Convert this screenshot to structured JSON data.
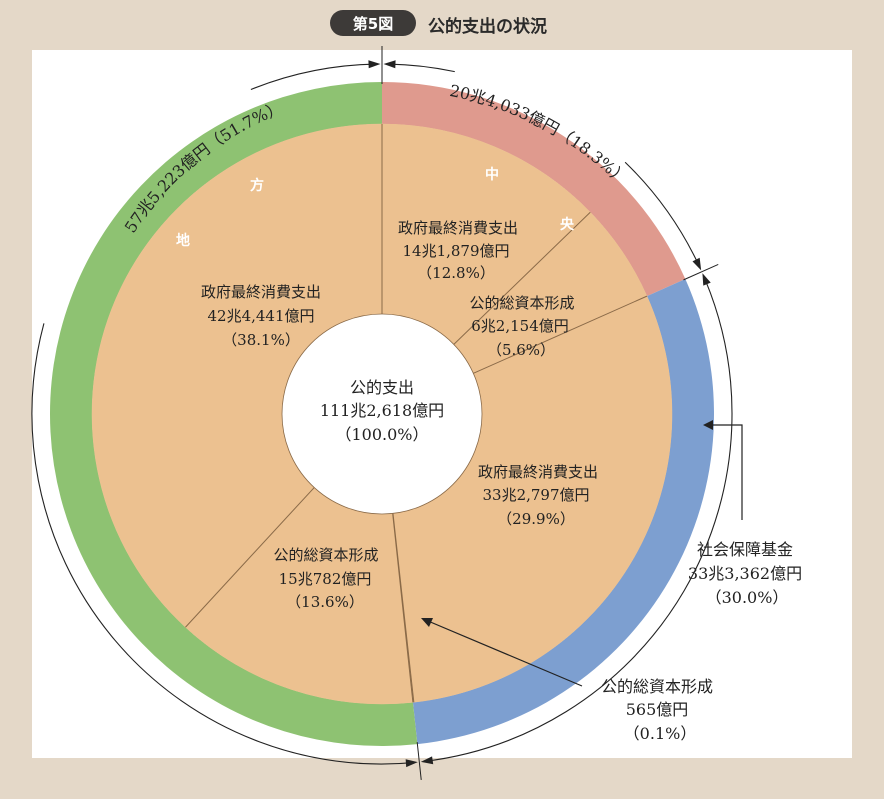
{
  "header": {
    "badge": "第5図",
    "title": "公的支出の状況"
  },
  "chart_data": {
    "type": "pie",
    "center": {
      "label": "公的支出",
      "value": "111兆2,618億円",
      "pct": "（100.0%）"
    },
    "outer": [
      {
        "key": "chuo",
        "label": "中央",
        "value_label": "20兆4,033億円",
        "pct_label": "（18.3%）",
        "value": 20.4033,
        "percent": 18.3,
        "color": "#df9a8e"
      },
      {
        "key": "shakai",
        "label": "社会保障基金",
        "value_label": "33兆3,362億円",
        "pct_label": "（30.0%）",
        "value": 33.3362,
        "percent": 30.0,
        "color": "#7d9fd0"
      },
      {
        "key": "chiho",
        "label": "地方",
        "value_label": "57兆5,223億円",
        "pct_label": "（51.7%）",
        "value": 57.5223,
        "percent": 51.7,
        "color": "#8ec272"
      }
    ],
    "inner": [
      {
        "group": "chuo",
        "label": "政府最終消費支出",
        "value_label": "14兆1,879億円",
        "pct_label": "（12.8%）",
        "value": 14.1879,
        "percent": 12.8
      },
      {
        "group": "chuo",
        "label": "公的総資本形成",
        "value_label": "6兆2,154億円",
        "pct_label": "（5.6%）",
        "value": 6.2154,
        "percent": 5.6
      },
      {
        "group": "shakai",
        "label": "政府最終消費支出",
        "value_label": "33兆2,797億円",
        "pct_label": "（29.9%）",
        "value": 33.2797,
        "percent": 29.9
      },
      {
        "group": "shakai",
        "label": "公的総資本形成",
        "value_label": "565億円",
        "pct_label": "（0.1%）",
        "value": 0.0565,
        "percent": 0.1
      },
      {
        "group": "chiho",
        "label": "公的総資本形成",
        "value_label": "15兆782億円",
        "pct_label": "（13.6%）",
        "value": 15.0782,
        "percent": 13.6
      },
      {
        "group": "chiho",
        "label": "政府最終消費支出",
        "value_label": "42兆4,441億円",
        "pct_label": "（38.1%）",
        "value": 42.4441,
        "percent": 38.1
      }
    ],
    "inner_color": "#ecc190",
    "line_color": "#8a6a48"
  }
}
